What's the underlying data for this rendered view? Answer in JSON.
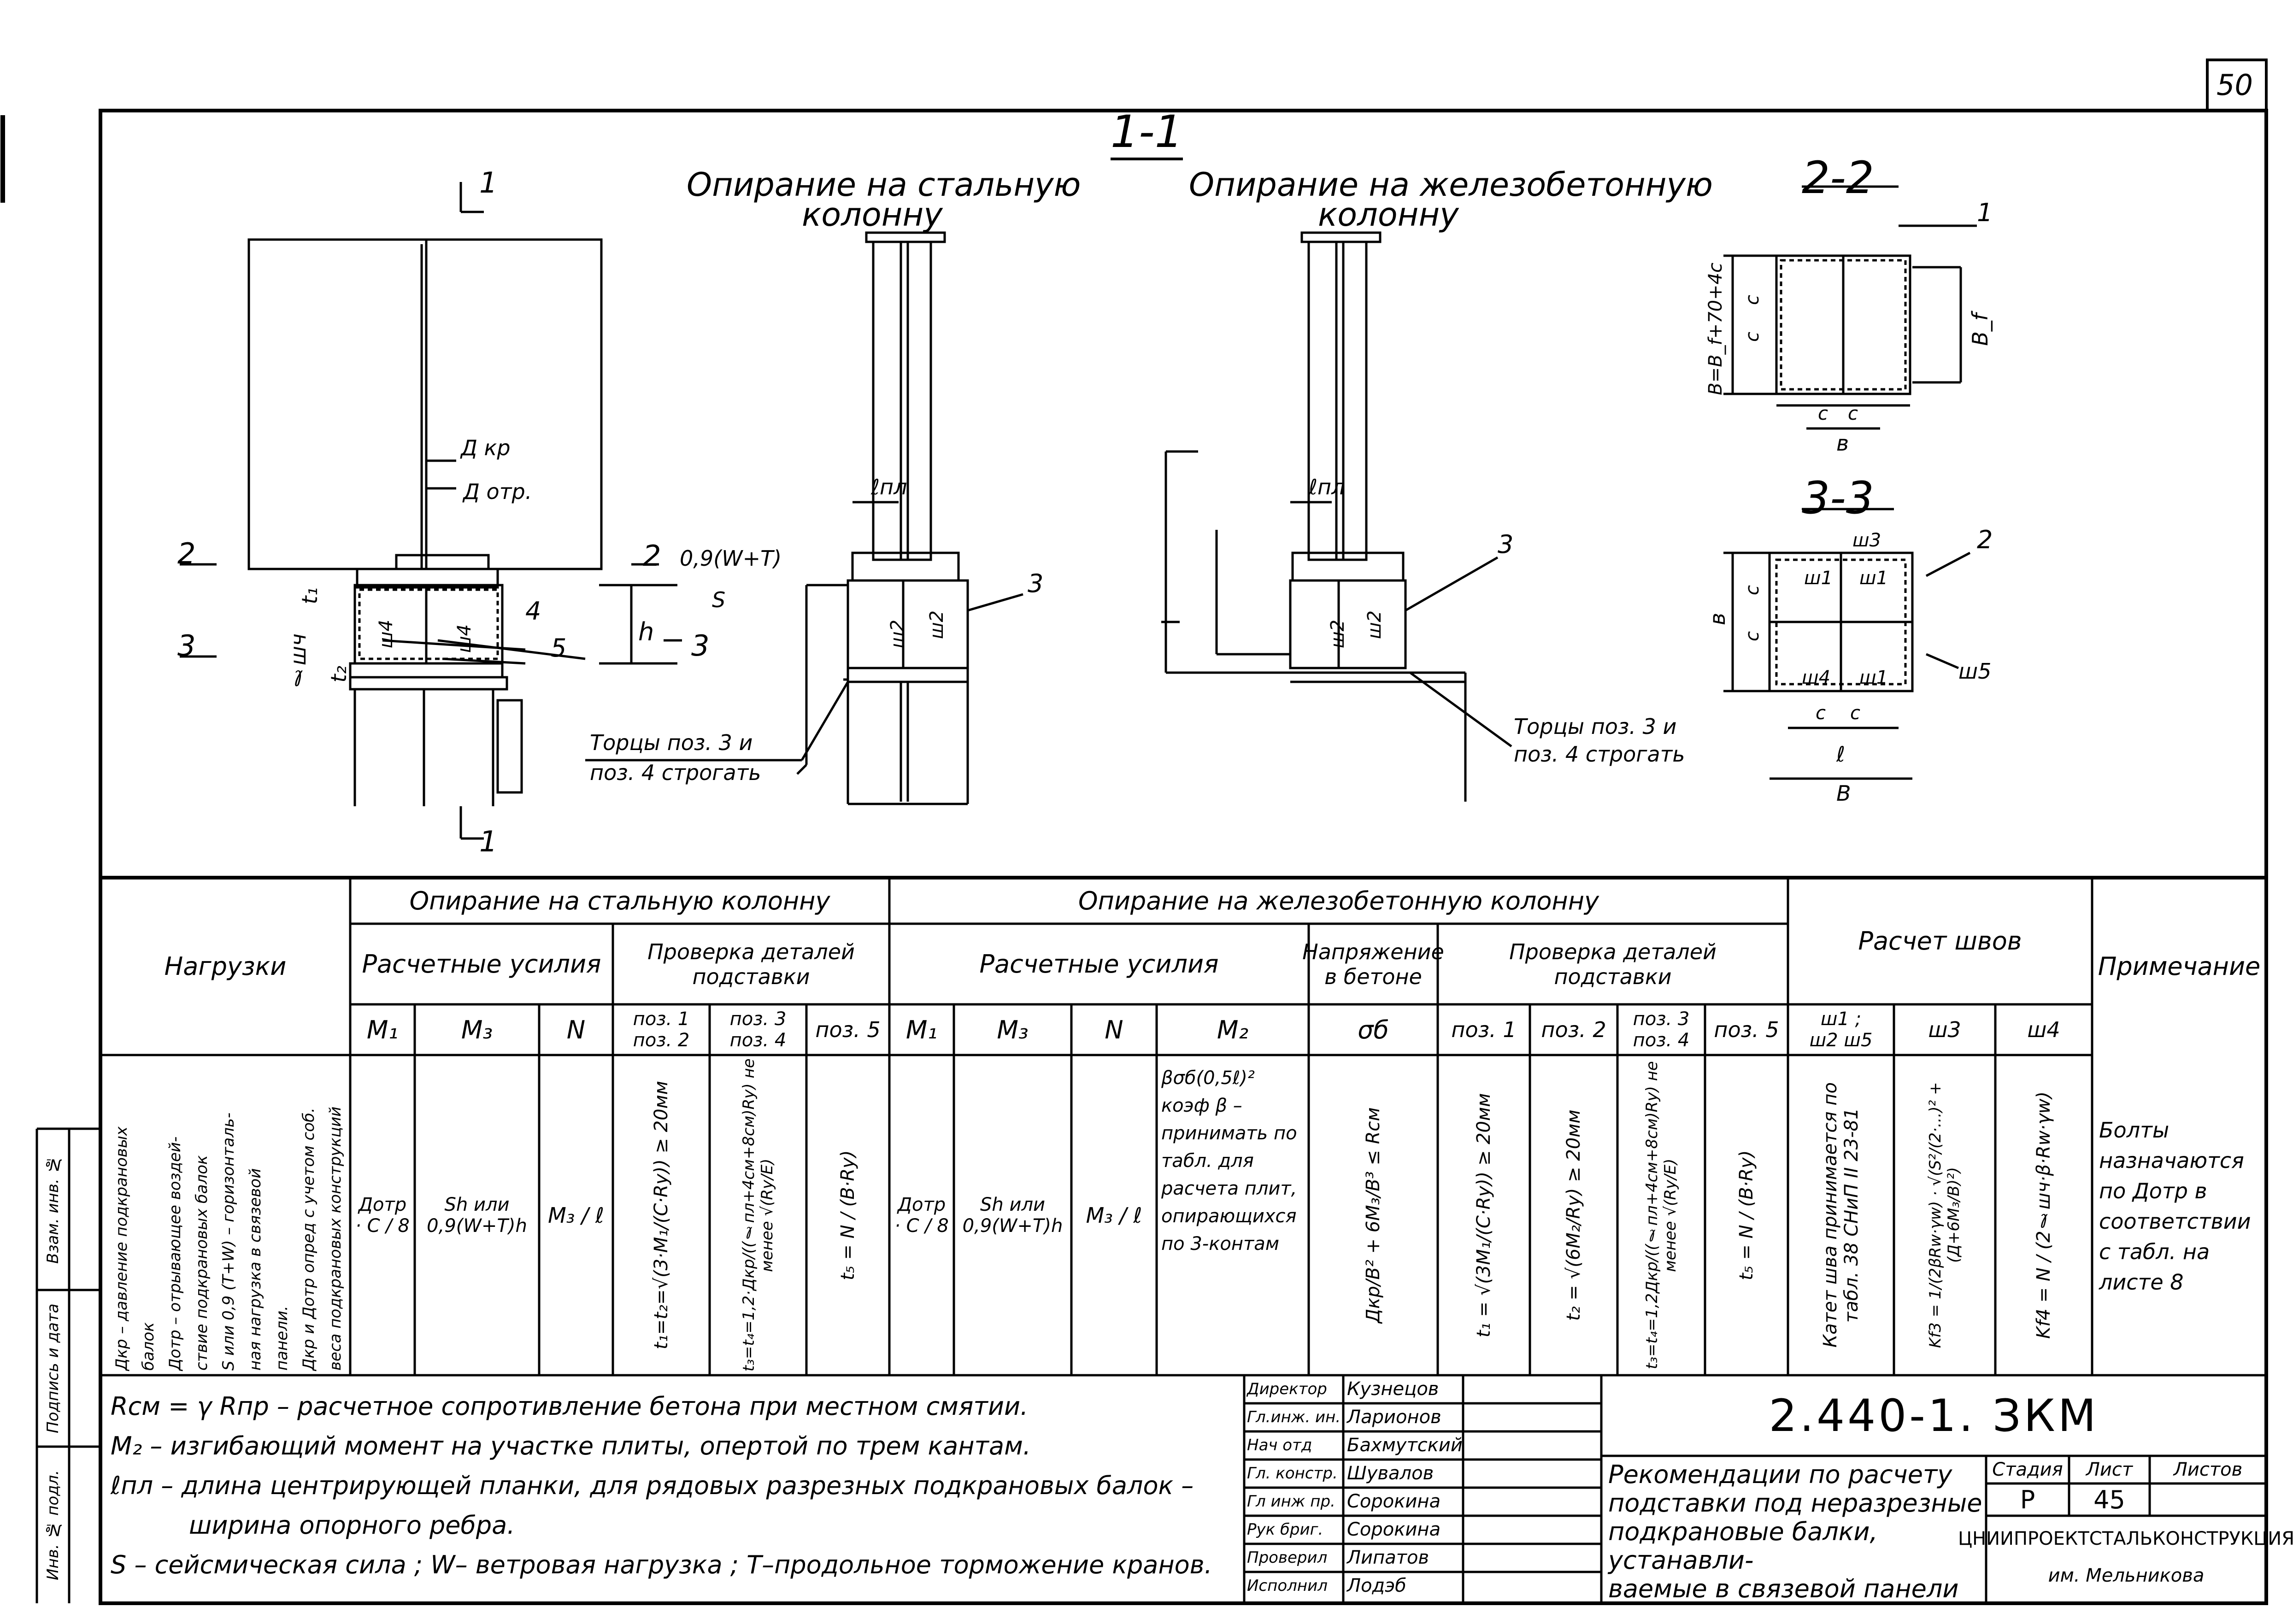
{
  "sheet": {
    "page_number": "50",
    "main_section": "1-1",
    "drawing_code": "2.440-1. ЗКМ"
  },
  "views": {
    "steel_title_1": "Опирание на стальную",
    "steel_title_2": "колонну",
    "rc_title_1": "Опирание на железобетонную",
    "rc_title_2": "колонну",
    "section22": "2-2",
    "section33": "3-3",
    "marker_1": "1",
    "marker_2": "2",
    "marker_3": "3",
    "dkr": "Д кр",
    "dotr": "Д отр.",
    "force": "0,9(W+T)",
    "s_label": "S",
    "t1": "t₁",
    "t2": "t₂",
    "lshch": "ℓшч",
    "h": "h",
    "lpl": "ℓпл",
    "sh4": "ш4",
    "sh2": "ш2",
    "sh1": "ш1",
    "sh3": "ш3",
    "sh5": "ш5",
    "pos4": "4",
    "pos5": "5",
    "pos3": "3",
    "pos2": "2",
    "pos1": "1",
    "planing_1": "Торцы поз. 3 и",
    "planing_2": "поз. 4 строгать",
    "dim_b_full": "B=B_f+70+4c",
    "dim_c": "c",
    "dim_bf": "B_f",
    "dim_b": "в",
    "dim_B": "B",
    "dim_l": "ℓ"
  },
  "table": {
    "col_loads": "Нагрузки",
    "col_steel": "Опирание на стальную колонну",
    "col_rc": "Опирание на железобетонную колонну",
    "col_welds": "Расчет швов",
    "col_note": "Примечание",
    "sub_forces": "Расчетные усилия",
    "sub_check": "Проверка деталей подставки",
    "sub_forces_rc": "Расчетные усилия",
    "sub_stress": "Напряжение в бетоне",
    "sub_check_rc": "Проверка деталей подставки",
    "h_M1": "M₁",
    "h_M3": "M₃",
    "h_N": "N",
    "h_pos12": "поз. 1 поз. 2",
    "h_pos34": "поз. 3 поз. 4",
    "h_pos5": "поз. 5",
    "h_M1r": "M₁",
    "h_M3r": "M₃",
    "h_Nr": "N",
    "h_M2r": "M₂",
    "h_sigma": "σб",
    "h_p1": "поз. 1",
    "h_p2": "поз. 2",
    "h_p34": "поз. 3 поз. 4",
    "h_p5": "поз. 5",
    "h_w125": "ш1 ; ш2 ш5",
    "h_w3": "ш3",
    "h_w4": "ш4",
    "loads_text": [
      "Дкр – давление подкрановых",
      "балок",
      "Дотр – отрывающее воздей-",
      "ствие подкрановых балок",
      "S или 0,9 (T+W) – горизонталь-",
      "ная нагрузка в связевой",
      "панели.",
      "Дкр и Дотр опред с учетом соб.",
      "веса подкрановых конструкций"
    ],
    "v_M1": "Дотр · C / 8",
    "v_M3": "Sh или 0,9(W+T)h",
    "v_N": "M₃ / ℓ",
    "v_pos12": "t₁=t₂=√(3·M₁/(C·Ry)) ≥ 20мм",
    "v_pos34": "t₃=t₄=1,2·Дкр/((ℓпл+4см+8см)Ry) не менее √(Ry/E)",
    "v_pos5": "t₅ = N / (B·Ry)",
    "v_M1r": "Дотр · C / 8",
    "v_M3r": "Sh или 0,9(W+T)h",
    "v_Nr": "M₃ / ℓ",
    "v_M2r": "βσб(0,5ℓ)² коэф β – принимать по табл. для расчета плит, опирающихся по 3-контам",
    "v_sigma": "Дкр/B² + 6M₃/B³ ≤ Rсм",
    "v_p1": "t₁ = √(3M₁/(C·Ry)) ≥ 20мм",
    "v_p2": "t₂ = √(6M₂/Ry) ≥ 20мм",
    "v_p34": "t₃=t₄=1,2Дкр/((ℓпл+4см+8см)Ry) не менее √(Ry/E)",
    "v_p5": "t₅ = N / (B·Ry)",
    "v_w125": "Катет шва принимается по табл. 38 СНиП II 23-81",
    "v_w3": "Kf3 = 1/(2βRw·γw) · √(S²/(2·...)² + (Д+6M₃/B)²)",
    "v_w4": "Kf4 = N / (2ℓшч·β·Rw·γw)",
    "v_note": "Болты назначаются по Дотр в соответствии с табл. на листе 8"
  },
  "notes": [
    "Rсм = γ Rпр – расчетное сопротивление бетона при местном смятии.",
    "M₂ – изгибающий момент на участке плиты, опертой по трем кантам.",
    "ℓпл – длина центрирующей планки, для рядовых разрезных подкрановых балок –",
    "ширина опорного ребра.",
    "S – сейсмическая сила ; W– ветровая нагрузка ; T–продольное торможение кранов."
  ],
  "stamp": {
    "roles": [
      "Директор",
      "Гл.инж. ин.",
      "Нач отд",
      "Гл. констр.",
      "Гл инж пр.",
      "Рук бриг.",
      "Проверил",
      "Исполнил"
    ],
    "names": [
      "Кузнецов",
      "Ларионов",
      "Бахмутский",
      "Шувалов",
      "Сорокина",
      "Сорокина",
      "Липатов",
      "Лодэб"
    ],
    "title_lines": [
      "Рекомендации по расчету",
      "подставки под неразрезные",
      "подкрановые балки, устанавли-",
      "ваемые в связевой панели"
    ],
    "stage_label": "Стадия",
    "sheet_label": "Лист",
    "sheets_label": "Листов",
    "stage_value": "P",
    "sheet_value": "45",
    "sheets_value": "",
    "org_1": "ЦНИИПРОЕКТСТАЛЬКОНСТРУКЦИЯ",
    "org_2": "им. Мельникова"
  },
  "side_stamp": {
    "lbl1": "Взам. инв. №",
    "lbl2": "Подпись и дата",
    "lbl3": "Инв. № подл."
  }
}
